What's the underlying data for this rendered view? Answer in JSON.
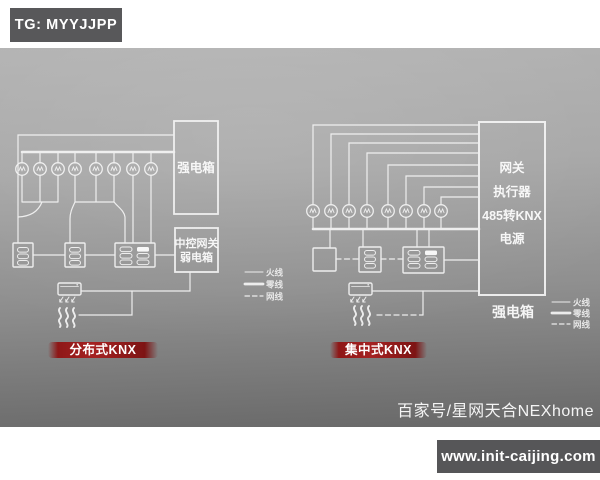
{
  "watermark": {
    "tag": "TG: MYYJJPP"
  },
  "stage": {
    "left": {
      "caption": "分布式KNX",
      "power_box": "强电箱",
      "gateway_box_line1": "中控网关",
      "gateway_box_line2": "弱电箱",
      "legend": [
        "火线",
        "零线",
        "网线"
      ]
    },
    "right": {
      "caption": "集中式KNX",
      "cabinet_lines": [
        "网关",
        "执行器",
        "485转KNX",
        "电源"
      ],
      "power_box": "强电箱",
      "legend": [
        "火线",
        "零线",
        "网线"
      ]
    }
  },
  "footer": {
    "credit": "百家号/星网天合NEXhome",
    "website": "www.init-caijing.com"
  },
  "colors": {
    "accent_red": "#a52222",
    "wire": "#f5f5f5",
    "badge_bg": "#58585a"
  }
}
